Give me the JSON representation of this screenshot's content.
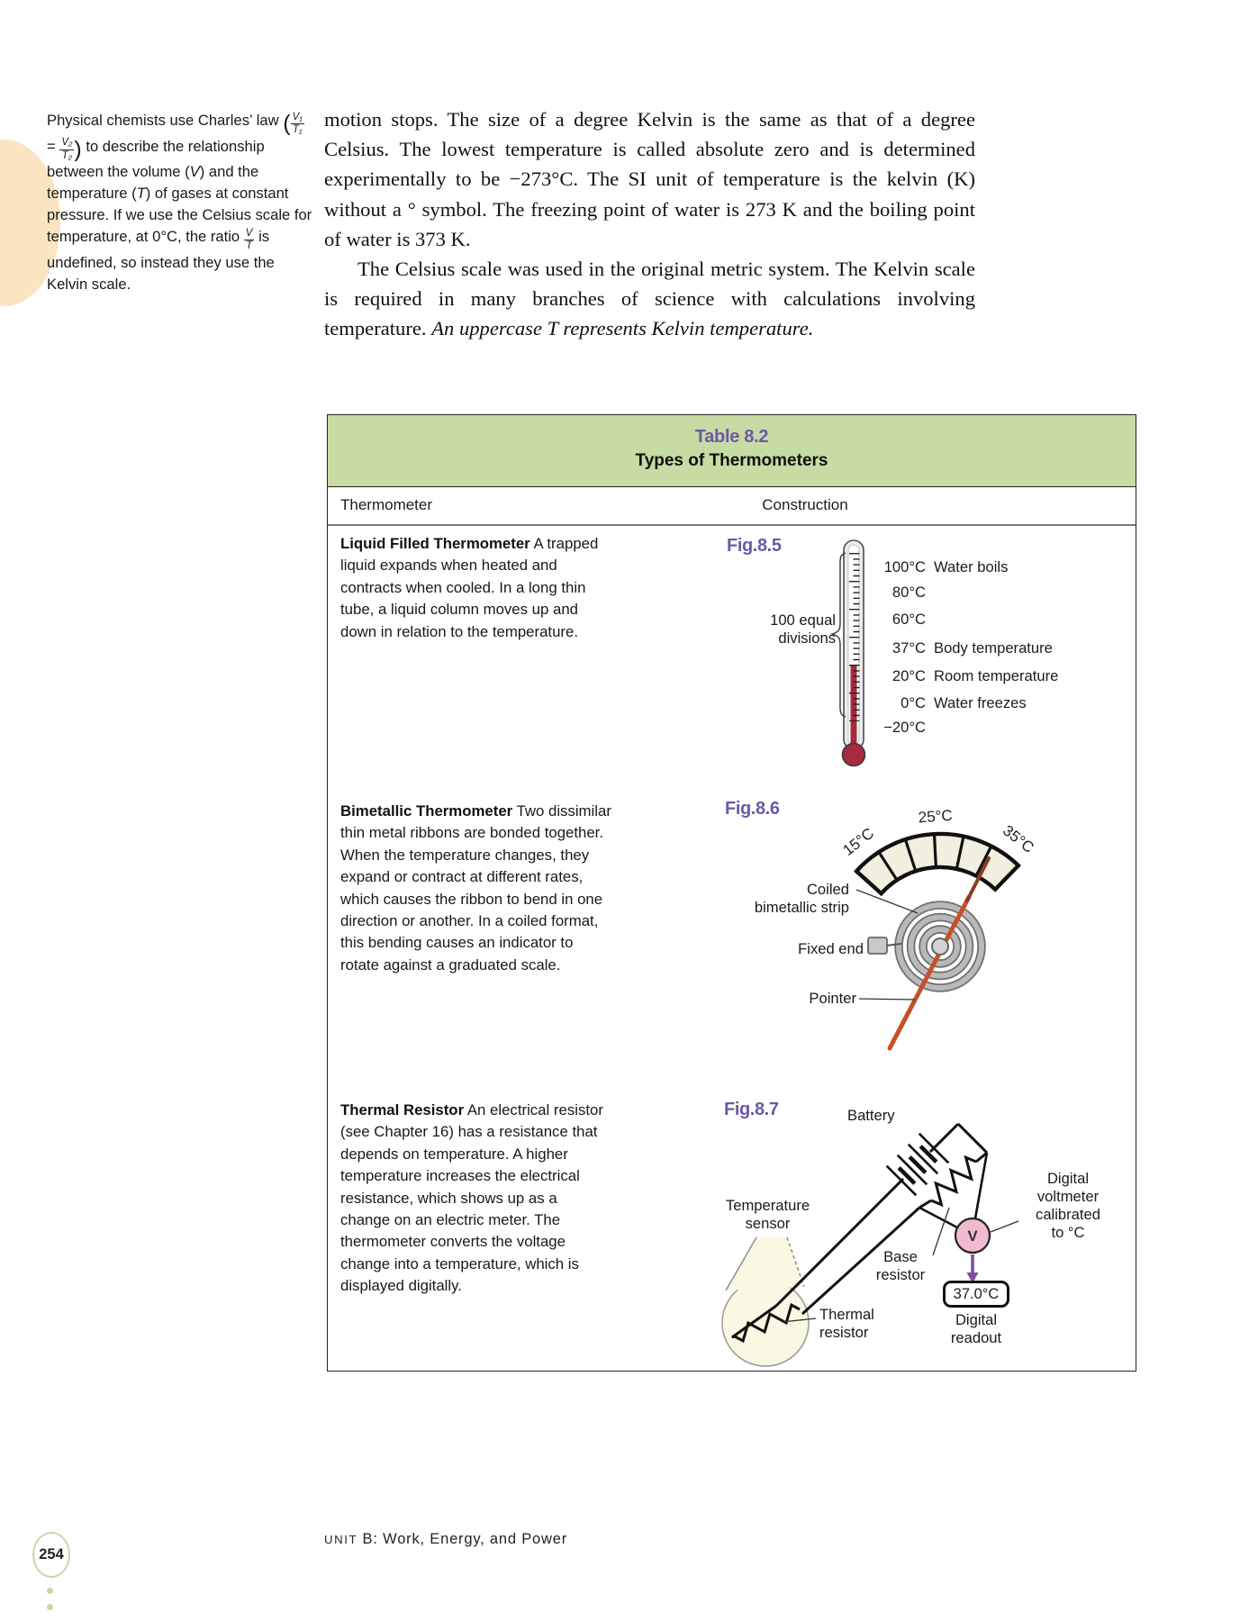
{
  "colors": {
    "accent_purple": "#6c58a8",
    "table_header_green": "#c7dba4",
    "thermometer_red": "#a62b3f",
    "voltmeter_pink": "#f2bad1",
    "arrow_purple": "#7d4f9e",
    "peach": "#fbe5c1",
    "footer_green": "#c5d9a8",
    "dial_cream": "#f2efdf",
    "sensor_cream": "#faf7e3"
  },
  "sidebar": {
    "text_before": "Physical chemists use Charles’ law",
    "frac1_num": "V₁",
    "frac1_den": "T₁",
    "equals": "=",
    "frac2_num": "V₂",
    "frac2_den": "T₂",
    "text_mid_a": "to describe the relationship between the volume (",
    "var_v": "V",
    "text_mid_b": ") and the temperature (",
    "var_t": "T",
    "text_mid_c": ") of gases at constant pressure. If we use the Celsius scale for temperature, at 0°C, the ratio",
    "ratio_num": "V",
    "ratio_den": "T",
    "text_after": "is undefined, so instead they use the Kelvin scale."
  },
  "main": {
    "paragraph1": "motion stops. The size of a degree Kelvin is the same as that of a degree Celsius. The lowest temperature is called absolute zero and is determined experimentally to be −273°C. The SI unit of temperature is the kelvin (K) without a ° symbol. The freezing point of water is 273 K and the boiling point of water is 373 K.",
    "paragraph2": "The Celsius scale was used in the original metric system. The Kelvin scale is required in many branches of science with calculations involving temperature.",
    "paragraph2_italic": "An uppercase T represents Kelvin temperature."
  },
  "table": {
    "title": "Table 8.2",
    "subtitle": "Types of Thermometers",
    "col_thermometer": "Thermometer",
    "col_construction": "Construction",
    "rows": [
      {
        "term": "Liquid Filled Thermometer",
        "description": "A trapped liquid expands when heated and contracts when cooled. In a long thin tube, a liquid column moves up and down in relation to the temperature.",
        "figure_label": "Fig.8.5"
      },
      {
        "term": "Bimetallic Thermometer",
        "description": "Two dissimilar thin metal ribbons are bonded together. When the temperature changes, they expand or contract at different rates, which causes the ribbon to bend in one direction or another. In a coiled format, this bending causes an indicator to rotate against a graduated scale.",
        "figure_label": "Fig.8.6"
      },
      {
        "term": "Thermal Resistor",
        "description": "An electrical resistor (see Chapter 16) has a resistance that depends on temperature. A higher temperature increases the electrical resistance, which shows up as a change on an electric meter. The thermometer converts the voltage change into a temperature, which is displayed digitally.",
        "figure_label": "Fig.8.7"
      }
    ]
  },
  "fig85": {
    "divisions_line1": "100 equal",
    "divisions_line2": "divisions",
    "scale": [
      {
        "temp": "100°C",
        "note": "Water boils"
      },
      {
        "temp": "80°C",
        "note": ""
      },
      {
        "temp": "60°C",
        "note": ""
      },
      {
        "temp": "37°C",
        "note": "Body temperature"
      },
      {
        "temp": "20°C",
        "note": "Room temperature"
      },
      {
        "temp": "0°C",
        "note": "Water freezes"
      },
      {
        "temp": "−20°C",
        "note": ""
      }
    ]
  },
  "fig86": {
    "dial_labels": [
      "15°C",
      "25°C",
      "35°C"
    ],
    "coiled_label_line1": "Coiled",
    "coiled_label_line2": "bimetallic strip",
    "fixed_end_label": "Fixed end",
    "pointer_label": "Pointer"
  },
  "fig87": {
    "battery_label": "Battery",
    "sensor_label_line1": "Temperature",
    "sensor_label_line2": "sensor",
    "base_resistor_line1": "Base",
    "base_resistor_line2": "resistor",
    "voltmeter_symbol": "V",
    "voltmeter_label_line1": "Digital",
    "voltmeter_label_line2": "voltmeter",
    "voltmeter_label_line3": "calibrated",
    "voltmeter_label_line4": "to °C",
    "readout_value": "37.0°C",
    "readout_label_line1": "Digital",
    "readout_label_line2": "readout",
    "thermal_resistor_line1": "Thermal",
    "thermal_resistor_line2": "resistor"
  },
  "footer": {
    "page_number": "254",
    "unit_smallcaps": "UNIT",
    "unit_rest": " B: Work, Energy, and Power"
  }
}
